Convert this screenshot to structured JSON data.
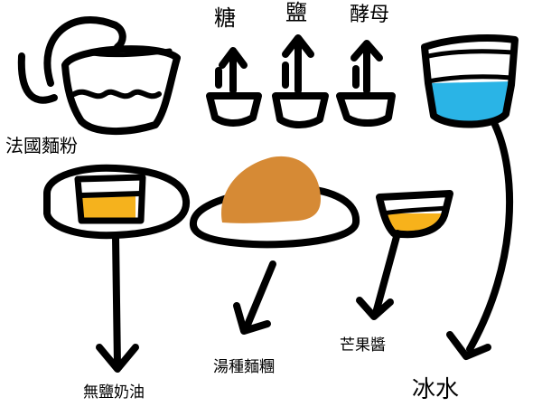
{
  "labels": {
    "sugar": "糖",
    "salt": "鹽",
    "yeast": "酵母",
    "french_flour": "法國麵粉",
    "unsalted_butter": "無鹽奶油",
    "tangzhong": "湯種麵糰",
    "mango_jam": "芒果醬",
    "ice_water": "冰水"
  },
  "colors": {
    "ink": "#000000",
    "water": "#2ab4e6",
    "butter": "#f5b21d",
    "dough": "#d68a35",
    "jam": "#f7b21b"
  }
}
